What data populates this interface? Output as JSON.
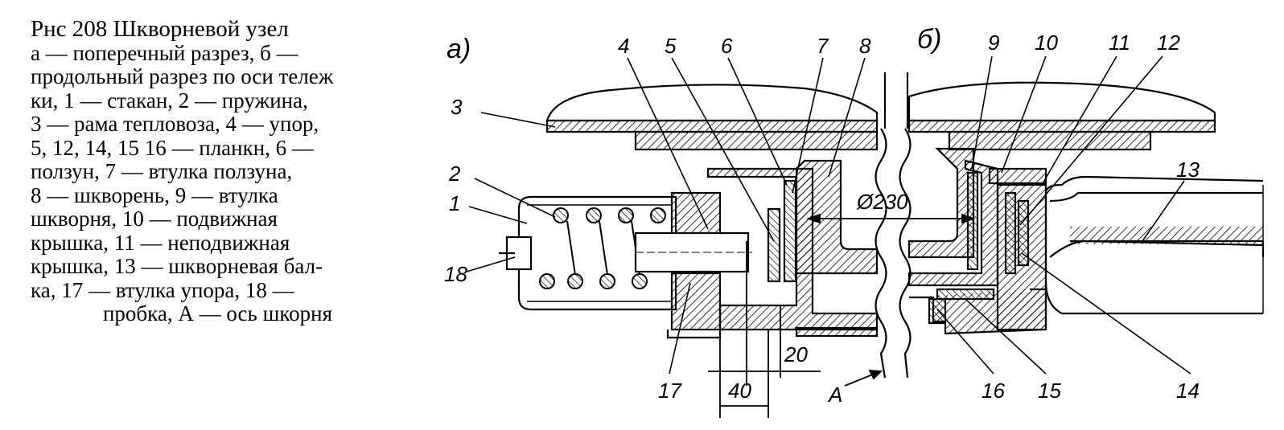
{
  "caption": {
    "title": "Рнс 208 Шкворневой узел",
    "lines": [
      "а — поперечный разрез, б —",
      "продольный разрез по оси тележ",
      "ки, 1 — стакан, 2 — пружина,",
      "3 — рама тепловоза, 4 — упор,",
      "5, 12, 14, 15 16 — планкн, 6 —",
      "ползун, 7 — втулка ползуна,",
      "8 — шкворень, 9 — втулка",
      "шкворня, 10 — подвижная",
      "крышка, 11 — неподвижная",
      "крышка, 13 — шкворневая бал-",
      "ка, 17 — втулка упора, 18 —",
      "пробка, А — ось шкорня"
    ]
  },
  "diagram": {
    "view_a": "а)",
    "view_b": "б)",
    "diameter": "Ø230",
    "dim_40": "40",
    "dim_20": "20",
    "axis": "A",
    "parts": {
      "p1": "1",
      "p2": "2",
      "p3": "3",
      "p4": "4",
      "p5": "5",
      "p6": "6",
      "p7": "7",
      "p8": "8",
      "p9": "9",
      "p10": "10",
      "p11": "11",
      "p12": "12",
      "p13": "13",
      "p14": "14",
      "p15": "15",
      "p16": "16",
      "p17": "17",
      "p18": "18"
    }
  }
}
